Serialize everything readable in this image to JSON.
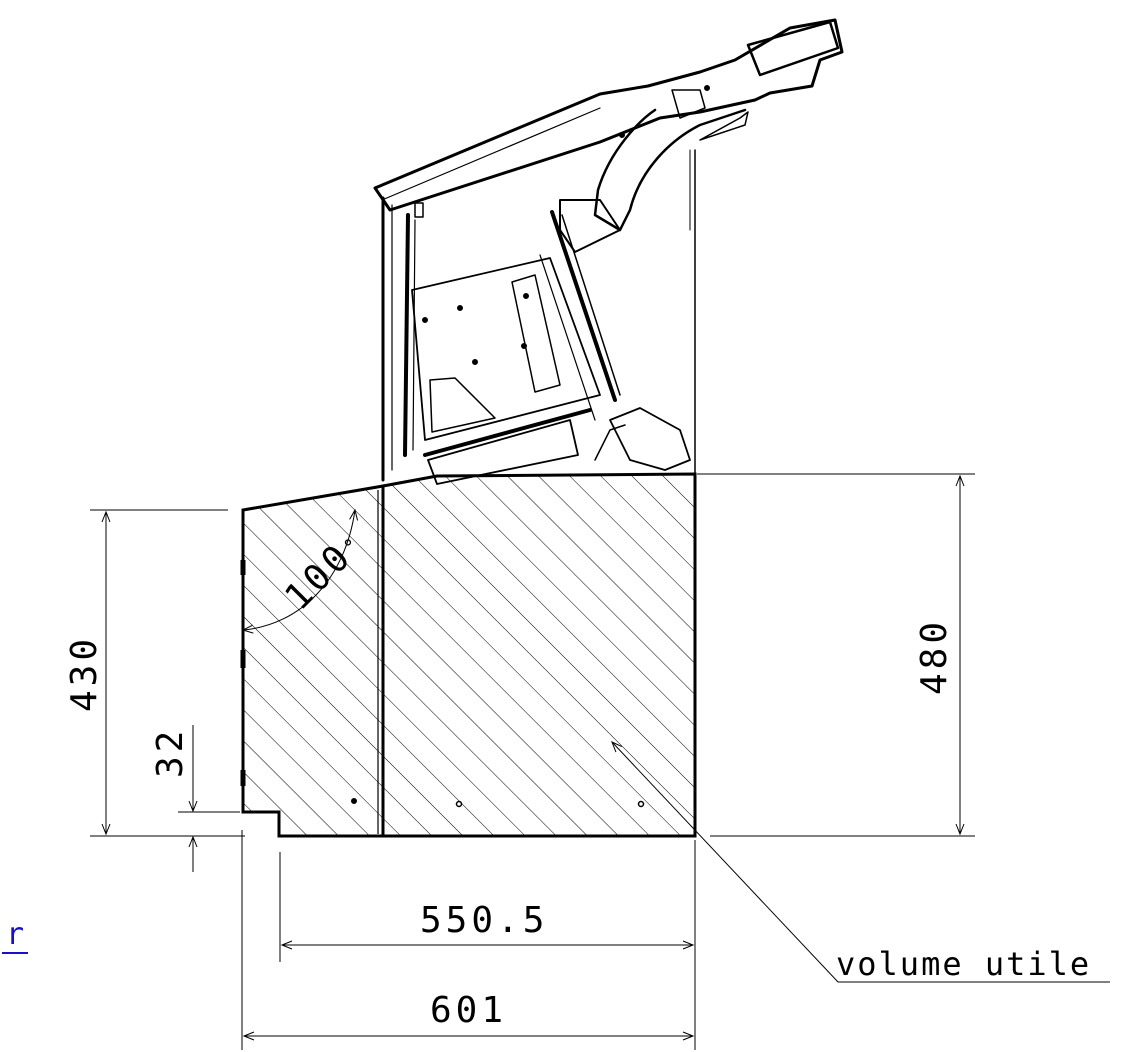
{
  "link": {
    "text": "r"
  },
  "dimensions": {
    "height_left": "430",
    "step_height": "32",
    "height_right": "480",
    "width_inner": "550.5",
    "width_total": "601",
    "angle": "100"
  },
  "angle_unit": "°",
  "callout": {
    "label": "volume utile"
  },
  "colors": {
    "line": "#000000",
    "link": "#1a0dcc"
  }
}
